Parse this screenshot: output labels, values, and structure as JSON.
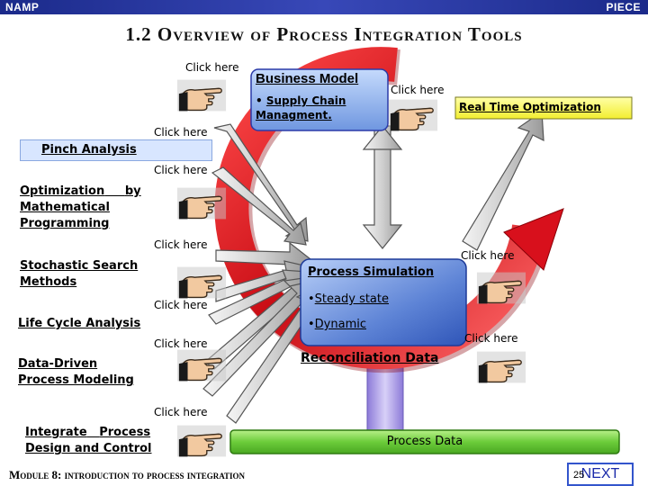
{
  "header": {
    "left": "NAMP",
    "right": "PIECE"
  },
  "title": "1.2 Overview of Process Integration Tools",
  "click_label": "Click here",
  "business_model": {
    "title": "Business Model",
    "item": "Supply Chain Managment."
  },
  "real_time_optimization": "Real Time Optimization",
  "pinch_analysis": "Pinch Analysis",
  "optimization": {
    "line1": "Optimization",
    "line1b": "by",
    "line2": "Mathematical",
    "line3": "Programming"
  },
  "stochastic": {
    "line1": "Stochastic Search",
    "line2": "Methods"
  },
  "life_cycle": "Life Cycle Analysis",
  "data_driven": {
    "line1": "Data-Driven",
    "line2": "Process Modeling"
  },
  "integrate": {
    "line1a": "Integrate",
    "line1b": "Process",
    "line2": "Design and Control"
  },
  "process_simulation": {
    "title": "Process Simulation",
    "item1": "Steady state",
    "item2": "Dynamic"
  },
  "reconciliation": "Reconciliation Data",
  "process_data": "Process Data",
  "footer": "Module 8: introduction to process integration",
  "page_number": "25",
  "next_label": "NEXT",
  "colors": {
    "header": "#2a3aa8",
    "blue_box": "#8fb4f0",
    "green_bar": "#7cd64a",
    "red_arrow": "#d8101c",
    "yellow_box": "#ffff66"
  }
}
